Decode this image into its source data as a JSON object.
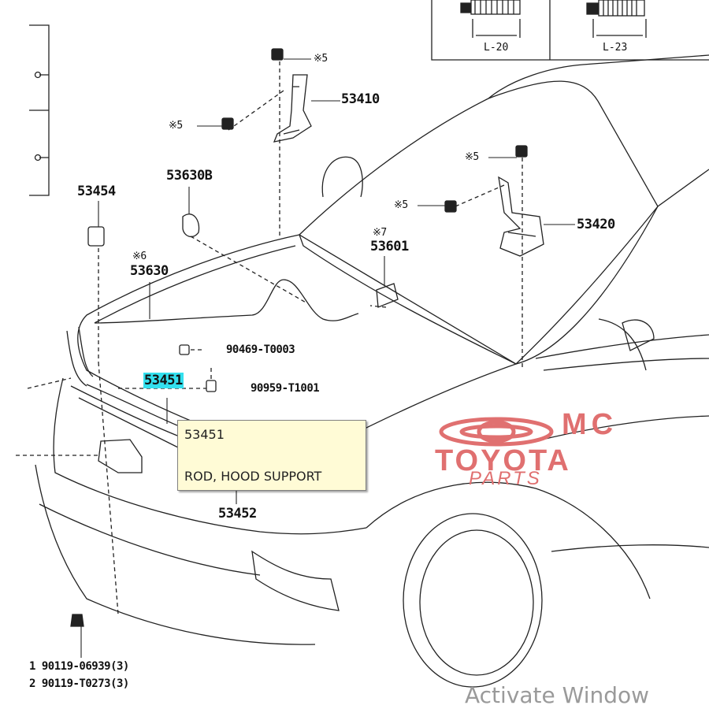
{
  "diagram_title": "Hood & Hood Lock Parts Diagram",
  "inset": {
    "left_label": "L-20",
    "right_label": "L-23"
  },
  "parts": {
    "p53410": "53410",
    "p53420": "53420",
    "p53454": "53454",
    "p53630b": "53630B",
    "p53630": "53630",
    "p53601": "53601",
    "p53451": "53451",
    "p53452": "53452",
    "p90469": "90469-T0003",
    "p90959": "90959-T1001"
  },
  "notes": {
    "n5a": "※5",
    "n5b": "※5",
    "n5c": "※5",
    "n5d": "※5",
    "n6": "※6",
    "n7": "※7"
  },
  "bottom_parts": {
    "line1": "1 90119-06939(3)",
    "line2": "2 90119-T0273(3)"
  },
  "tooltip": {
    "part_number": "53451",
    "description": "ROD, HOOD SUPPORT"
  },
  "brand": {
    "line1": "MC",
    "line2": "TOYOTA",
    "line3": "PARTS"
  },
  "watermark": "Activate Window",
  "colors": {
    "highlight": "#33e0ee",
    "brand": "#e07070",
    "tooltip_bg": "#fffbd6"
  }
}
